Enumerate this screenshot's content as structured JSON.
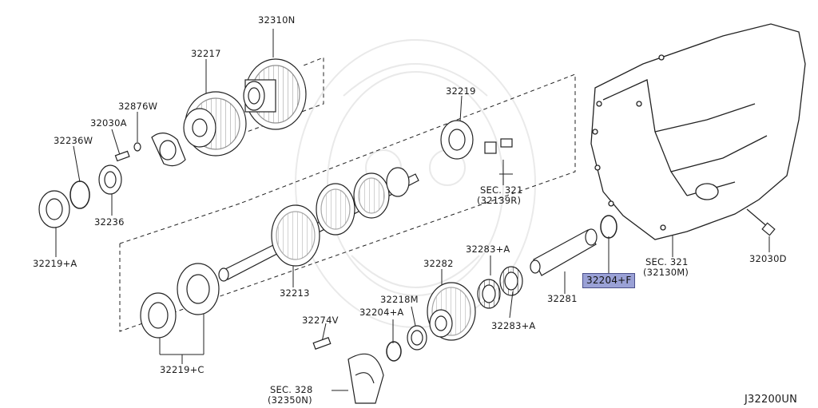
{
  "diagram": {
    "corner_code": "J32200UN",
    "highlight_color": "#9aa1d6",
    "labels": {
      "p32310N": "32310N",
      "p32217": "32217",
      "p32876W": "32876W",
      "p32030A": "32030A",
      "p32236W": "32236W",
      "p32236": "32236",
      "p32219A": "32219+A",
      "p32219": "32219",
      "sec321a": "SEC. 321",
      "sec321a_sub": "(32139R)",
      "p32213": "32213",
      "p32219C": "32219+C",
      "p32274V": "32274V",
      "p32204A": "32204+A",
      "p32218M": "32218M",
      "p32282": "32282",
      "p32283A_top": "32283+A",
      "p32283A_bot": "32283+A",
      "p32281": "32281",
      "p32204F": "32204+F",
      "sec321b": "SEC. 321",
      "sec321b_sub": "(32130M)",
      "p32030D": "32030D",
      "sec328": "SEC. 328",
      "sec328_sub": "(32350N)"
    }
  }
}
